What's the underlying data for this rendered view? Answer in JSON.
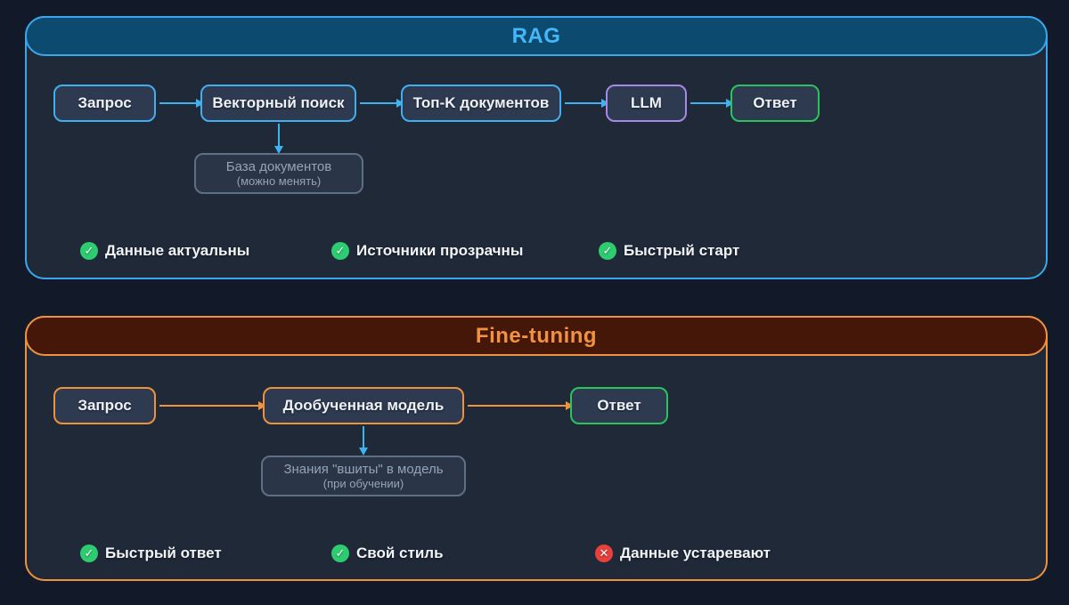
{
  "colors": {
    "background": "#121a2a",
    "panel_body": "#1f2938",
    "rag_accent": "#3aa7ed",
    "rag_header_fill": "#0d4a70",
    "rag_title": "#45b6f7",
    "ft_accent": "#ef923d",
    "ft_header_fill": "#451708",
    "node_fill": "#2e3a50",
    "node_blue_border": "#41aef0",
    "node_purple_border": "#a588e8",
    "node_green_border": "#2bc35c",
    "subnode_border": "#5f6f85",
    "subnode_text": "#95a3b8",
    "check_green": "#2ecc71",
    "cross_red": "#e8413c"
  },
  "icons": {
    "check": "✓",
    "cross": "✕"
  },
  "rag": {
    "title": "RAG",
    "nodes": {
      "query": "Запрос",
      "vector_search": "Векторный поиск",
      "topk": "Топ-K документов",
      "llm": "LLM",
      "answer": "Ответ"
    },
    "db_box": {
      "line1": "База документов",
      "line2": "(можно менять)"
    },
    "features": [
      {
        "icon": "check",
        "label": "Данные актуальны"
      },
      {
        "icon": "check",
        "label": "Источники прозрачны"
      },
      {
        "icon": "check",
        "label": "Быстрый старт"
      }
    ]
  },
  "finetuning": {
    "title": "Fine-tuning",
    "nodes": {
      "query": "Запрос",
      "model": "Дообученная модель",
      "answer": "Ответ"
    },
    "knowledge_box": {
      "line1": "Знания \"вшиты\" в модель",
      "line2": "(при обучении)"
    },
    "features": [
      {
        "icon": "check",
        "label": "Быстрый ответ"
      },
      {
        "icon": "check",
        "label": "Свой стиль"
      },
      {
        "icon": "cross",
        "label": "Данные устаревают"
      }
    ]
  }
}
